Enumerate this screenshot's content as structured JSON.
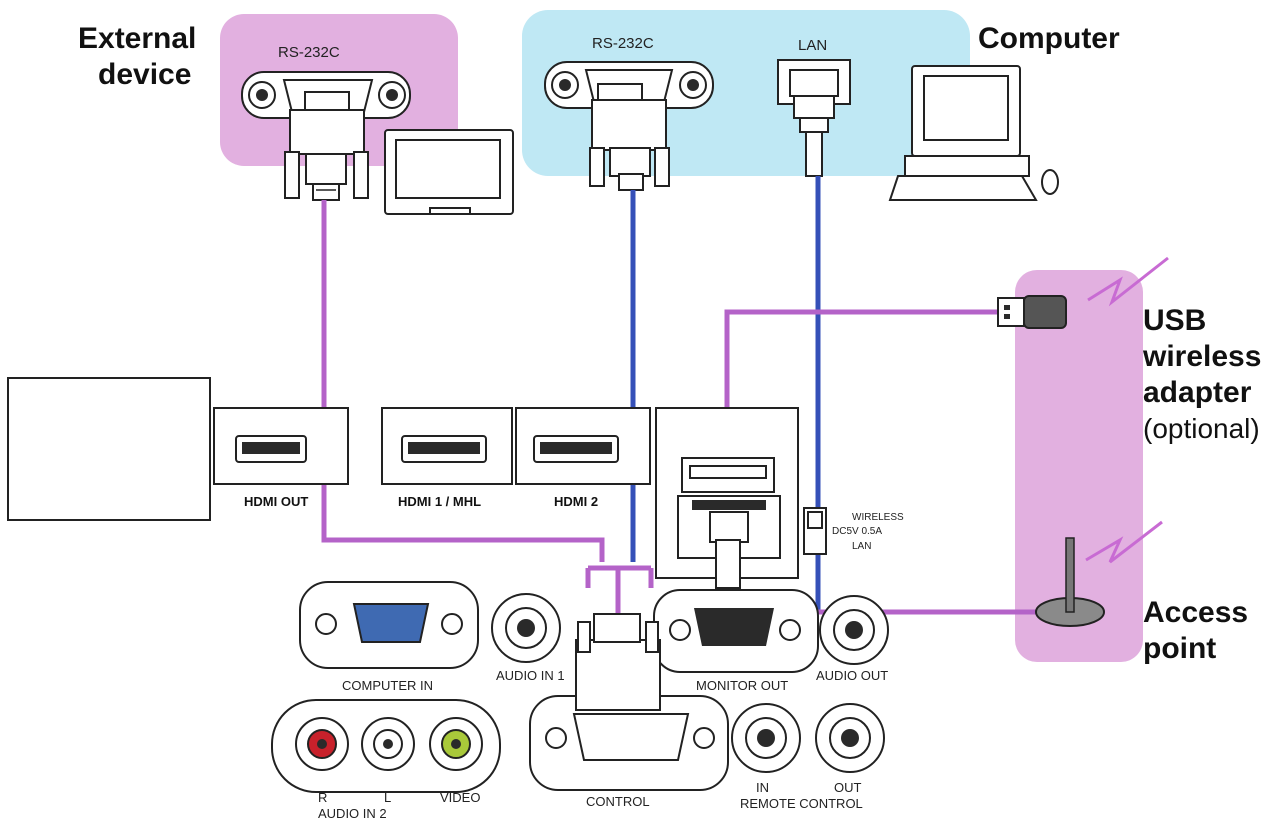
{
  "labels": {
    "external_device_line1": "External",
    "external_device_line2": "device",
    "computer": "Computer",
    "rs232c_external": "RS-232C",
    "rs232c_computer": "RS-232C",
    "lan_computer": "LAN",
    "usb_line1": "USB",
    "usb_line2": "wireless",
    "usb_line3": "adapter",
    "usb_line4": "(optional)",
    "access_line1": "Access",
    "access_line2": "point"
  },
  "ports": {
    "hdmi_out": "HDMI OUT",
    "hdmi1_mhl": "HDMI 1 / MHL",
    "hdmi2": "HDMI 2",
    "wireless": "WIRELESS",
    "dc5v": "DC5V 0.5A",
    "lan": "LAN",
    "computer_in": "COMPUTER IN",
    "audio_in_1": "AUDIO IN 1",
    "monitor_out": "MONITOR OUT",
    "audio_out": "AUDIO OUT",
    "r": "R",
    "l": "L",
    "video": "VIDEO",
    "audio_in_2": "AUDIO IN 2",
    "control": "CONTROL",
    "in": "IN",
    "out": "OUT",
    "remote_control": "REMOTE CONTROL"
  },
  "colors": {
    "pink_panel": "#e2b0e0",
    "blue_panel": "#bfe8f4",
    "pink_cable": "#b463c8",
    "blue_cable": "#3550b8",
    "vga_blue": "#3f6ab2",
    "rca_red": "#c8212b",
    "rca_white": "#ffffff",
    "rca_yellow": "#a9c93a"
  }
}
